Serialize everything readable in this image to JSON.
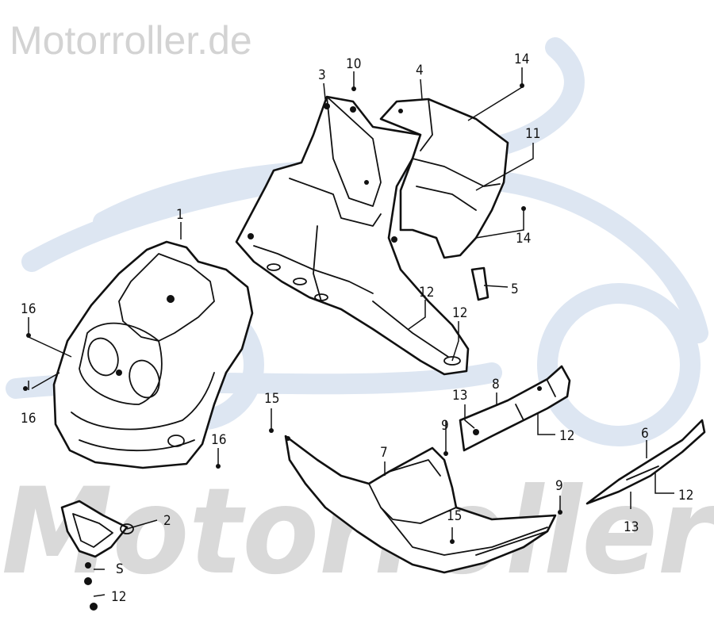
{
  "watermark": {
    "site": "Motorroller.de",
    "large_text": "Motorroller"
  },
  "callouts": [
    {
      "id": "c-1",
      "text": "1"
    },
    {
      "id": "c-2",
      "text": "2"
    },
    {
      "id": "c-3",
      "text": "3"
    },
    {
      "id": "c-4",
      "text": "4"
    },
    {
      "id": "c-5a",
      "text": "5"
    },
    {
      "id": "c-5b",
      "text": "S"
    },
    {
      "id": "c-6",
      "text": "6"
    },
    {
      "id": "c-7",
      "text": "7"
    },
    {
      "id": "c-8",
      "text": "8"
    },
    {
      "id": "c-9a",
      "text": "9"
    },
    {
      "id": "c-9b",
      "text": "9"
    },
    {
      "id": "c-10",
      "text": "10"
    },
    {
      "id": "c-11",
      "text": "11"
    },
    {
      "id": "c-12a",
      "text": "12"
    },
    {
      "id": "c-12b",
      "text": "12"
    },
    {
      "id": "c-12c",
      "text": "12"
    },
    {
      "id": "c-12d",
      "text": "12"
    },
    {
      "id": "c-12e",
      "text": "12"
    },
    {
      "id": "c-13a",
      "text": "13"
    },
    {
      "id": "c-13b",
      "text": "13"
    },
    {
      "id": "c-14a",
      "text": "14"
    },
    {
      "id": "c-14b",
      "text": "14"
    },
    {
      "id": "c-15a",
      "text": "15"
    },
    {
      "id": "c-15b",
      "text": "15"
    },
    {
      "id": "c-16a",
      "text": "16"
    },
    {
      "id": "c-16b",
      "text": "16"
    },
    {
      "id": "c-16c",
      "text": "16"
    }
  ]
}
